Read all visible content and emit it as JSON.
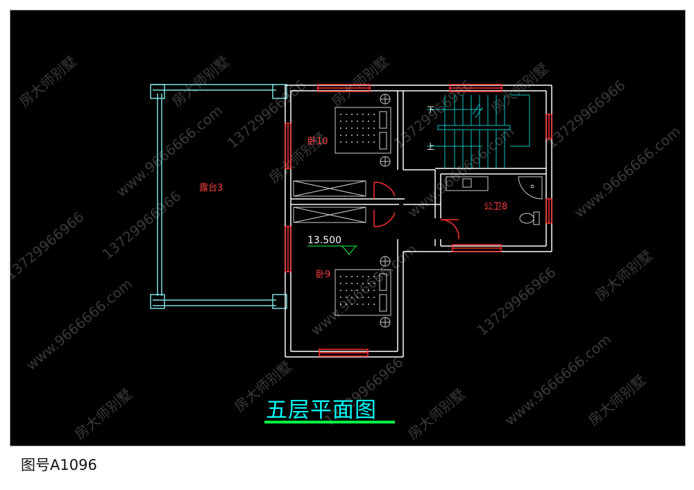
{
  "drawing_title": "五层平面图",
  "drawing_code": "图号A1096",
  "elevation": "13.500",
  "stair_down": "下",
  "stair_up": "上",
  "rooms": {
    "terrace": "露台3",
    "bedroom_top": "卧10",
    "bedroom_bottom": "卧9",
    "bathroom": "公卫8"
  },
  "watermark": {
    "brand": "房大师别墅",
    "phone": "13729966966",
    "site": "www.9666666.com"
  },
  "colors": {
    "background": "#000000",
    "wall": "#ffffff",
    "terrace_rail": "#80e0e0",
    "window": "#ff3030",
    "room_label": "#ff4040",
    "title": "#00ffff",
    "underline": "#00ff44",
    "stair": "#00c8c8"
  }
}
